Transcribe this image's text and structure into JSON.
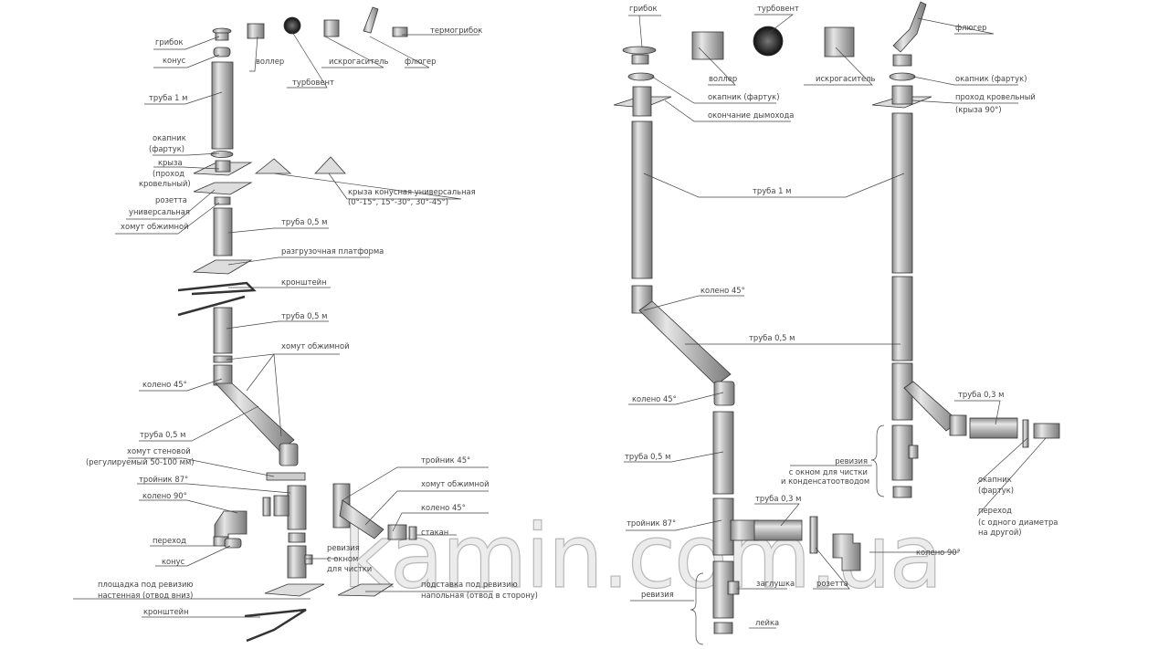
{
  "watermark": "kamin.com.ua",
  "left_diagram": {
    "gribok": "грибок",
    "konus_top": "конус",
    "truba_1m": "труба 1 м",
    "okapnik_1": "окапник",
    "okapnik_2": "(фартук)",
    "kryza_1": "крыза",
    "kryza_2": "(проход",
    "kryza_3": "кровельный)",
    "rozetta_1": "розетта",
    "rozetta_2": "универсальная",
    "homut_1": "хомут обжимной",
    "voller": "воллер",
    "turbovent": "турбовент",
    "iskrogasitel": "искрогаситель",
    "fluger": "флюгер",
    "termogribok": "термогрибок",
    "kryza_konus_1": "крыза конусная универсальная",
    "kryza_konus_2": "(0°-15°, 15°-30°, 30°-45°)",
    "truba_05_1": "труба 0,5 м",
    "platforma": "разгрузочная платформа",
    "kronshtein_1": "кронштейн",
    "truba_05_2": "труба 0,5 м",
    "homut_2": "хомут обжимной",
    "koleno_45": "колено 45°",
    "truba_05_3": "труба 0,5 м",
    "homut_sten_1": "хомут стеновой",
    "homut_sten_2": "(регулируемый 50-100 мм)",
    "troinik_87": "тройник 87°",
    "koleno_90": "колено 90°",
    "perehod": "переход",
    "konus_bottom": "конус",
    "reviziya_1": "ревизия",
    "reviziya_2": "с окном",
    "reviziya_3": "для чистки",
    "ploshchadka_1": "площадка под ревизию",
    "ploshchadka_2": "настенная (отвод вниз)",
    "kronshtein_2": "кронштейн",
    "troinik_45": "тройник 45°",
    "homut_3": "хомут обжимной",
    "koleno_45_2": "колено 45°",
    "stakan": "стакан",
    "podstavka_1": "подставка под ревизию",
    "podstavka_2": "напольная (отвод в сторону)"
  },
  "right_diagram": {
    "gribok": "грибок",
    "turbovent": "турбовент",
    "fluger": "флюгер",
    "voller": "воллер",
    "iskrogasitel": "искрогаситель",
    "okapnik_a": "окапник (фартук)",
    "okonchanie": "окончание дымохода",
    "okapnik_b": "окапник (фартук)",
    "prohod_1": "проход кровельный",
    "prohod_2": "(крыза 90°)",
    "truba_1m": "труба 1 м",
    "koleno_45_a": "колено 45°",
    "truba_05_a": "труба 0,5 м",
    "koleno_45_b": "колено 45°",
    "truba_03_a": "труба 0,3 м",
    "truba_05_b": "труба 0,5 м",
    "reviziya_k_1": "ревизия",
    "reviziya_k_2": "с окном для чистки",
    "reviziya_k_3": "и конденсатоотводом",
    "okapnik_c_1": "окапник",
    "okapnik_c_2": "(фартук)",
    "perehod_1": "переход",
    "perehod_2": "(с одного диаметра",
    "perehod_3": "на другой)",
    "troinik_87": "тройник 87°",
    "truba_03_b": "труба 0,3 м",
    "koleno_90": "колено 90°",
    "zaglushka": "заглушка",
    "rozetta": "розетта",
    "reviziya": "ревизия",
    "leika": "лейка"
  }
}
